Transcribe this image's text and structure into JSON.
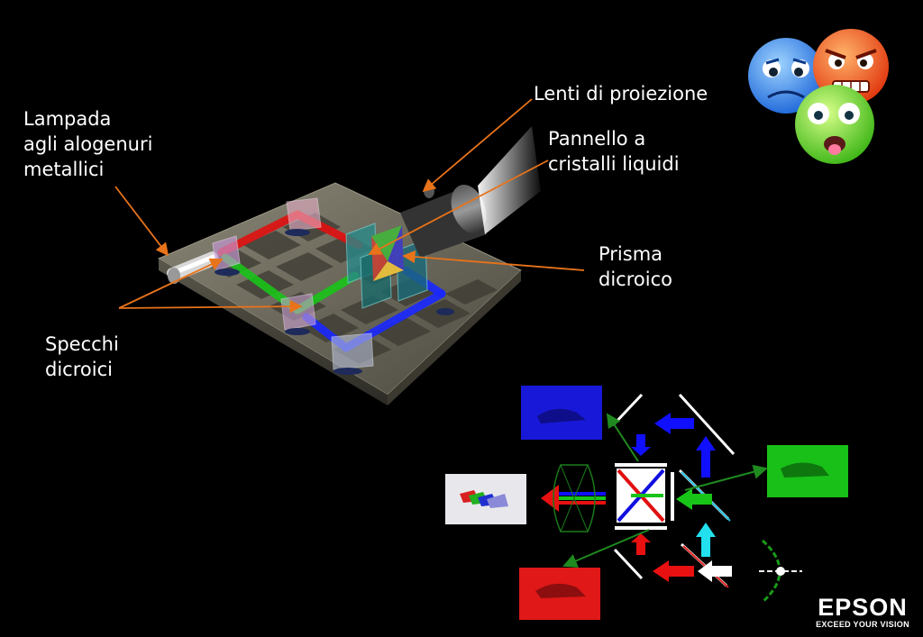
{
  "labels": {
    "lampada": [
      "Lampada",
      "agli alogenuri",
      "metallici"
    ],
    "lenti": "Lenti di proiezione",
    "pannello": [
      "Pannello a",
      "cristalli liquidi"
    ],
    "prisma": [
      "Prisma",
      "dicroico"
    ],
    "specchi": [
      "Specchi",
      "dicroici"
    ]
  },
  "brand": {
    "name": "EPSON",
    "tagline": "EXCEED YOUR VISION"
  },
  "colors": {
    "background": "#000000",
    "red": "#e01010",
    "green": "#19b419",
    "blue": "#1010e0",
    "cyan": "#22e0ee",
    "pointer": "#e8731a",
    "platform": "#6e6a5a"
  },
  "icons": [
    "sad-blue-face-icon",
    "angry-orange-face-icon",
    "sick-green-face-icon"
  ]
}
